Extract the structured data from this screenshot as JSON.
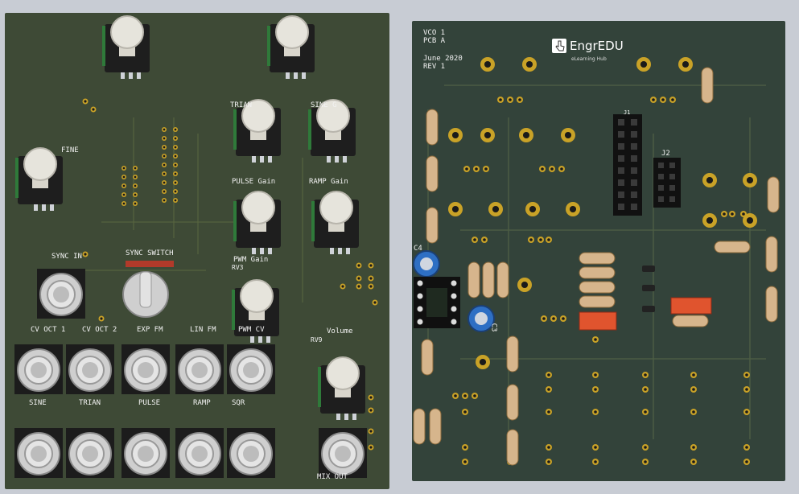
{
  "left_panel": {
    "labels": {
      "fine": "FINE",
      "trian_gain": "TRIAN",
      "sine_gain": "SINE G",
      "pulse_gain": "PULSE Gain",
      "ramp_gain": "RAMP Gain",
      "pwm_gain": "PWM Gain",
      "pwm_gain_ref": "RV3",
      "sync_in": "SYNC IN",
      "sync_switch": "SYNC SWITCH",
      "cv_oct_1": "CV OCT 1",
      "cv_oct_2": "CV OCT 2",
      "exp_fm": "EXP FM",
      "lin_fm": "LIN FM",
      "pwm_cv": "PWM CV",
      "volume": "Volume",
      "volume_ref": "RV9",
      "sine": "SINE",
      "trian": "TRIAN",
      "pulse": "PULSE",
      "ramp": "RAMP",
      "sqr": "SQR",
      "mix_out": "MIX OUT"
    }
  },
  "right_panel": {
    "silkscreen": {
      "line1": "VCO 1",
      "line2": "PCB A",
      "line3": "June 2020",
      "line4": "REV 1"
    },
    "logo": {
      "name": "EngrEDU",
      "tagline": "eLearning Hub",
      "icon": "hand-pointer-icon"
    },
    "refs": {
      "j1": "J1",
      "j2": "J2",
      "c4": "C4",
      "c3": "C3"
    }
  },
  "colors": {
    "board_left": "#3e4a36",
    "board_right": "#33433a",
    "gold": "#c9a227",
    "knob": "#e6e4dc",
    "resistor": "#d6b58c",
    "cap_red": "#e0542e",
    "cap_blue": "#2e6fc4"
  }
}
